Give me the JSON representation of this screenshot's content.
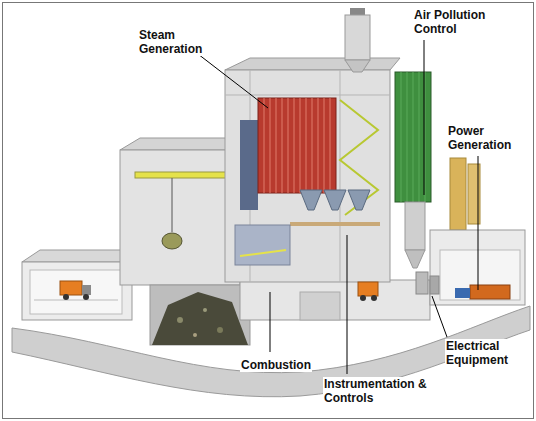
{
  "diagram": {
    "labels": [
      "Steam Generation",
      "Air Pollution Control",
      "Power Generation",
      "Combustion",
      "Instrumentation & Controls",
      "Electrical Equipment"
    ]
  }
}
